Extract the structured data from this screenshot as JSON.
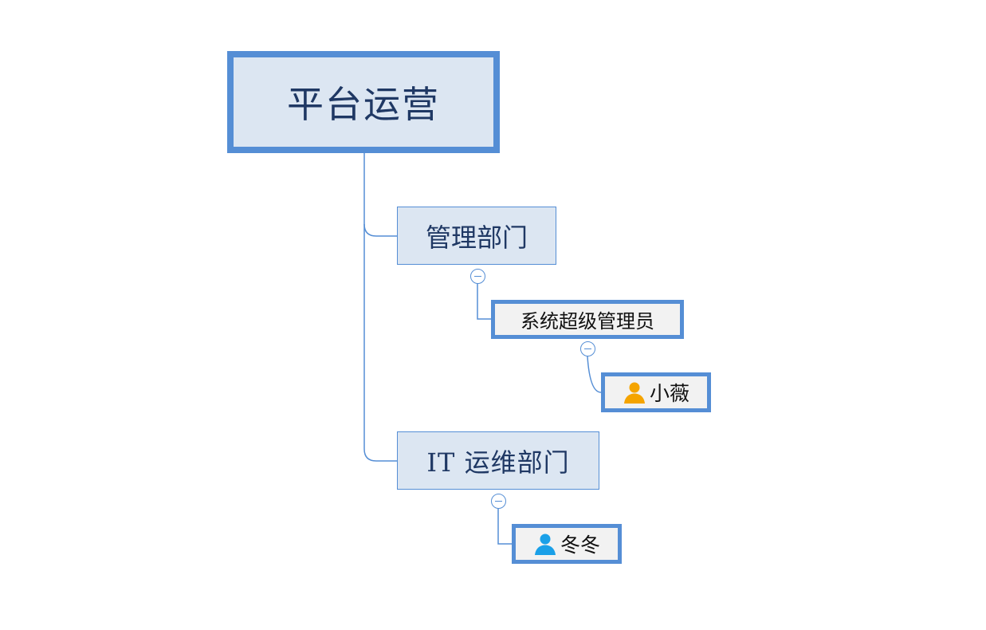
{
  "diagram": {
    "root": {
      "label": "平台运营"
    },
    "departments": [
      {
        "label": "管理部门",
        "roles": [
          {
            "label": "系统超级管理员",
            "members": [
              {
                "name": "小薇",
                "icon": "person-icon",
                "icon_color": "#f5a400"
              }
            ]
          }
        ]
      },
      {
        "label": "IT 运维部门",
        "members": [
          {
            "name": "冬冬",
            "icon": "person-icon",
            "icon_color": "#1aa0e8"
          }
        ]
      }
    ],
    "colors": {
      "accent_border": "#558ed5",
      "node_fill": "#dce6f2",
      "leaf_fill": "#f2f2f2",
      "dept_text": "#1f3864"
    },
    "collapse_icon": "minus-circle-icon"
  }
}
